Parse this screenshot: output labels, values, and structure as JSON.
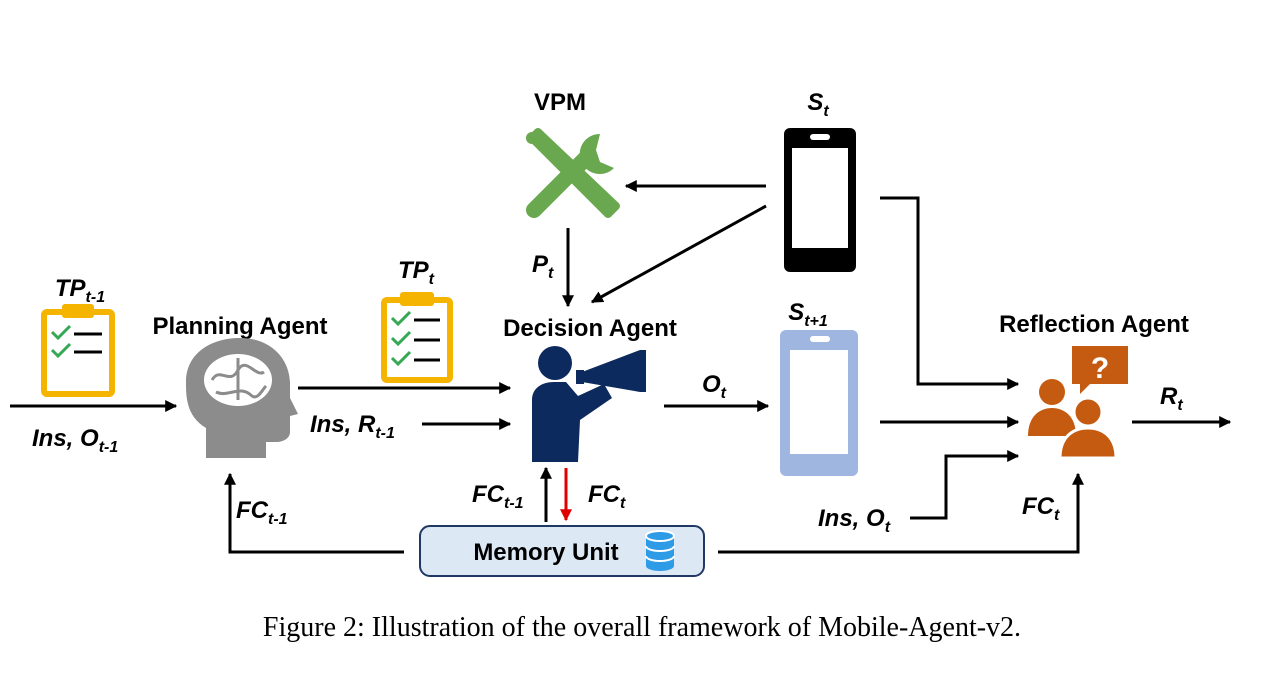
{
  "nodes": {
    "vpm": {
      "label": "VPM"
    },
    "planning_agent": {
      "label": "Planning Agent"
    },
    "decision_agent": {
      "label": "Decision Agent"
    },
    "reflection_agent": {
      "label": "Reflection Agent"
    },
    "memory_unit": {
      "label": "Memory Unit"
    },
    "phone_current": {
      "label": {
        "base": "S",
        "sub": "t"
      }
    },
    "phone_next": {
      "label": {
        "base": "S",
        "sub": "t+1"
      }
    },
    "task_progress_prev": {
      "label": {
        "base": "TP",
        "sub": "t-1"
      }
    },
    "task_progress_curr": {
      "label": {
        "base": "TP",
        "sub": "t"
      }
    }
  },
  "edge_labels": {
    "input": {
      "base": "Ins, O",
      "sub": "t-1"
    },
    "planning_to_decision": {
      "base": "Ins, R",
      "sub": "t-1"
    },
    "vpm_to_decision": {
      "base": "P",
      "sub": "t"
    },
    "decision_output": {
      "base": "O",
      "sub": "t"
    },
    "memory_to_decision": {
      "base": "FC",
      "sub": "t-1"
    },
    "decision_to_memory": {
      "base": "FC",
      "sub": "t"
    },
    "memory_to_planning": {
      "base": "FC",
      "sub": "t-1"
    },
    "memory_to_reflection": {
      "base": "FC",
      "sub": "t"
    },
    "ins_to_reflection": {
      "base": "Ins, O",
      "sub": "t"
    },
    "reflection_output": {
      "base": "R",
      "sub": "t"
    }
  },
  "colors": {
    "vpm_tools": "#6aa84f",
    "clipboard": "#f4b400",
    "checkmark": "#34a853",
    "brain_head": "#8c8c8c",
    "decision_agent": "#0d2a5e",
    "phone_next": "#9fb6e0",
    "reflection_agent": "#c55a11",
    "memory_unit_fill": "#dde8f5",
    "memory_unit_border": "#1f3864",
    "database_icon": "#2e9be6",
    "memory_write_arrow": "#e00000",
    "arrows": "#000000"
  },
  "caption": "Figure 2: Illustration of the overall framework of Mobile-Agent-v2."
}
